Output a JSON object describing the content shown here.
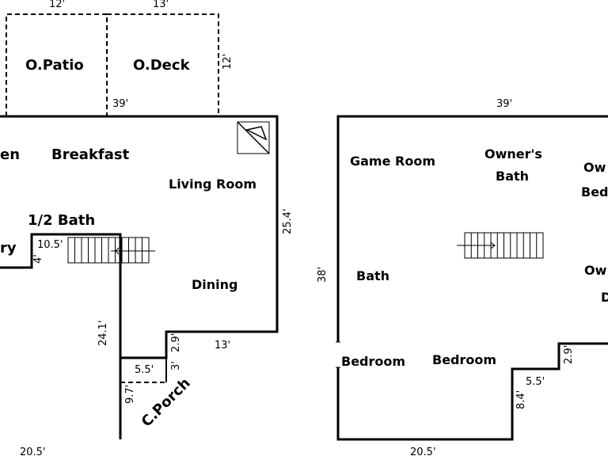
{
  "floor1": {
    "rooms": {
      "patio": "O.Patio",
      "deck": "O.Deck",
      "kitchen_partial": "en",
      "breakfast": "Breakfast",
      "living": "Living Room",
      "half_bath": "1/2 Bath",
      "laundry_partial": "ry",
      "dining": "Dining",
      "porch": "C.Porch"
    },
    "dims": {
      "patio_w": "12'",
      "deck_w": "13'",
      "deck_h": "12'",
      "top": "39'",
      "right": "25.4'",
      "half_bath_w": "10.5'",
      "laundry_h": "4'",
      "stair_wall": "24.1'",
      "notch_h": "2.9'",
      "notch_w": "13'",
      "porch_w": "5.5'",
      "porch_side": "3'",
      "porch_h": "9.7'",
      "bottom": "20.5'"
    }
  },
  "floor2": {
    "rooms": {
      "game": "Game Room",
      "owners_bath_1": "Owner's",
      "owners_bath_2": "Bath",
      "owner_bed_1": "Ow",
      "owner_bed_2": "Bed",
      "bath": "Bath",
      "owner_d_1": "Ow",
      "owner_d_2": "D",
      "bedroom_a": "Bedroom",
      "bedroom_b": "Bedroom"
    },
    "dims": {
      "top": "39'",
      "left": "38'",
      "notch_h": "2.9'",
      "notch_w": "5.5'",
      "notch_side": "8.4'",
      "bottom": "20.5'"
    }
  }
}
